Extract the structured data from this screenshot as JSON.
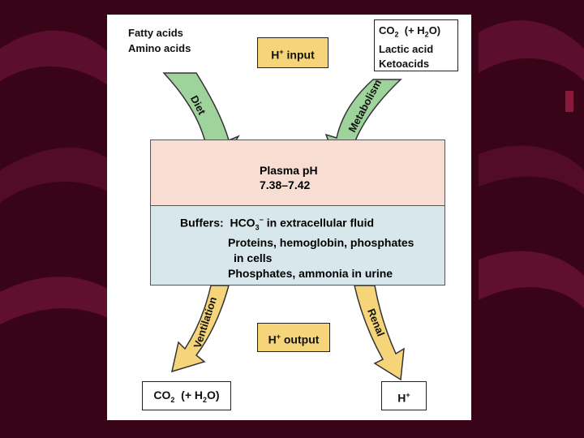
{
  "diagram": {
    "top_left": [
      "Fatty acids",
      "Amino acids"
    ],
    "top_right": {
      "line1": {
        "a": "CO",
        "sub": "2",
        "b": "  (+ H",
        "sub2": "2",
        "c": "O)"
      },
      "line2": "Lactic acid",
      "line3": "Ketoacids"
    },
    "h_input": {
      "h": "H",
      "sup": "+",
      "text": " input"
    },
    "diet_label": "Diet",
    "metabolism_label": "Metabolism",
    "plasma": {
      "title": "Plasma pH",
      "range": "7.38–7.42"
    },
    "buffers": {
      "prefix": "Buffers:",
      "line1": {
        "a": "HCO",
        "sub": "3",
        "sup": "−",
        "b": " in extracellular fluid"
      },
      "line2": "Proteins, hemoglobin, phosphates",
      "line3": "in cells",
      "line4": "Phosphates, ammonia in urine"
    },
    "ventilation_label": "Ventilation",
    "renal_label": "Renal",
    "h_output": {
      "h": "H",
      "sup": "+",
      "text": " output"
    },
    "bottom_left": {
      "a": "CO",
      "sub": "2",
      "b": "  (+ H",
      "sub2": "2",
      "c": "O)"
    },
    "bottom_right": {
      "h": "H",
      "sup": "+"
    },
    "colors": {
      "background": "#3a0418",
      "top_arrow": "#9fd39c",
      "bottom_arrow": "#f6d57a",
      "plasma": "#f8ddd2",
      "buffers": "#d7e7ec"
    }
  }
}
